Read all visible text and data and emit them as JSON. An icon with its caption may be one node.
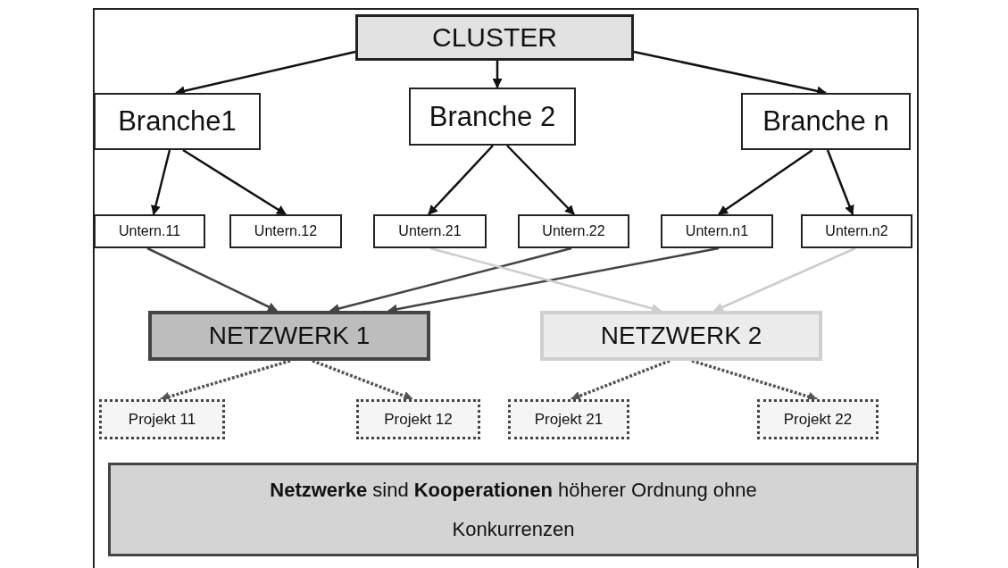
{
  "diagram": {
    "nodes": [
      {
        "text": [
          "CLUSTER"
        ]
      },
      {
        "text": [
          "Branche1"
        ]
      },
      {
        "text": [
          "Branche 2"
        ]
      },
      {
        "text": [
          "Branche n"
        ]
      },
      {
        "text": [
          "Untern.11"
        ]
      },
      {
        "text": [
          "Untern.12"
        ]
      },
      {
        "text": [
          "Untern.21"
        ]
      },
      {
        "text": [
          "Untern.22"
        ]
      },
      {
        "text": [
          "Untern.n1"
        ]
      },
      {
        "text": [
          "Untern.n2"
        ]
      },
      {
        "text": [
          "NETZWERK 1"
        ]
      },
      {
        "text": [
          "NETZWERK 2"
        ]
      },
      {
        "text": [
          "Projekt 11"
        ]
      },
      {
        "text": [
          "Projekt 12"
        ]
      },
      {
        "text": [
          "Projekt 21"
        ]
      },
      {
        "text": [
          "Projekt 22"
        ]
      },
      {
        "text": [
          "**Netzwerke** sind **Kooperationen** höherer Ordnung ohne Konkurrenzen"
        ]
      }
    ],
    "edges": [
      {
        "from": 0,
        "to": 1,
        "arrow": "to"
      },
      {
        "from": 0,
        "to": 2,
        "arrow": "to"
      },
      {
        "from": 0,
        "to": 3,
        "arrow": "to"
      },
      {
        "from": 1,
        "to": 4,
        "arrow": "to"
      },
      {
        "from": 1,
        "to": 5,
        "arrow": "to"
      },
      {
        "from": 2,
        "to": 6,
        "arrow": "to"
      },
      {
        "from": 2,
        "to": 7,
        "arrow": "to"
      },
      {
        "from": 3,
        "to": 8,
        "arrow": "to"
      },
      {
        "from": 3,
        "to": 9,
        "arrow": "to"
      },
      {
        "from": 4,
        "to": 10,
        "arrow": "to",
        "color": "#444444"
      },
      {
        "from": 7,
        "to": 10,
        "arrow": "to",
        "color": "#444444"
      },
      {
        "from": 8,
        "to": 10,
        "arrow": "to",
        "color": "#444444"
      },
      {
        "from": 6,
        "to": 11,
        "arrow": "to",
        "color": "#cccccc"
      },
      {
        "from": 9,
        "to": 11,
        "arrow": "to",
        "color": "#cccccc"
      },
      {
        "from": 10,
        "to": 12,
        "arrow": "to",
        "style": "dashed",
        "color": "#555555"
      },
      {
        "from": 10,
        "to": 13,
        "arrow": "to",
        "style": "dashed",
        "color": "#555555"
      },
      {
        "from": 11,
        "to": 14,
        "arrow": "to",
        "style": "dashed",
        "color": "#555555"
      },
      {
        "from": 11,
        "to": 15,
        "arrow": "to",
        "style": "dashed",
        "color": "#555555"
      }
    ]
  }
}
